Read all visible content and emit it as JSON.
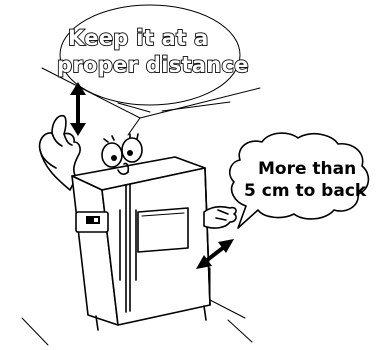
{
  "ceiling_caption": {
    "line1": "Keep it at a",
    "line2": "proper distance"
  },
  "speech_bubble": {
    "line1": "More than",
    "line2": "5 cm to back"
  }
}
